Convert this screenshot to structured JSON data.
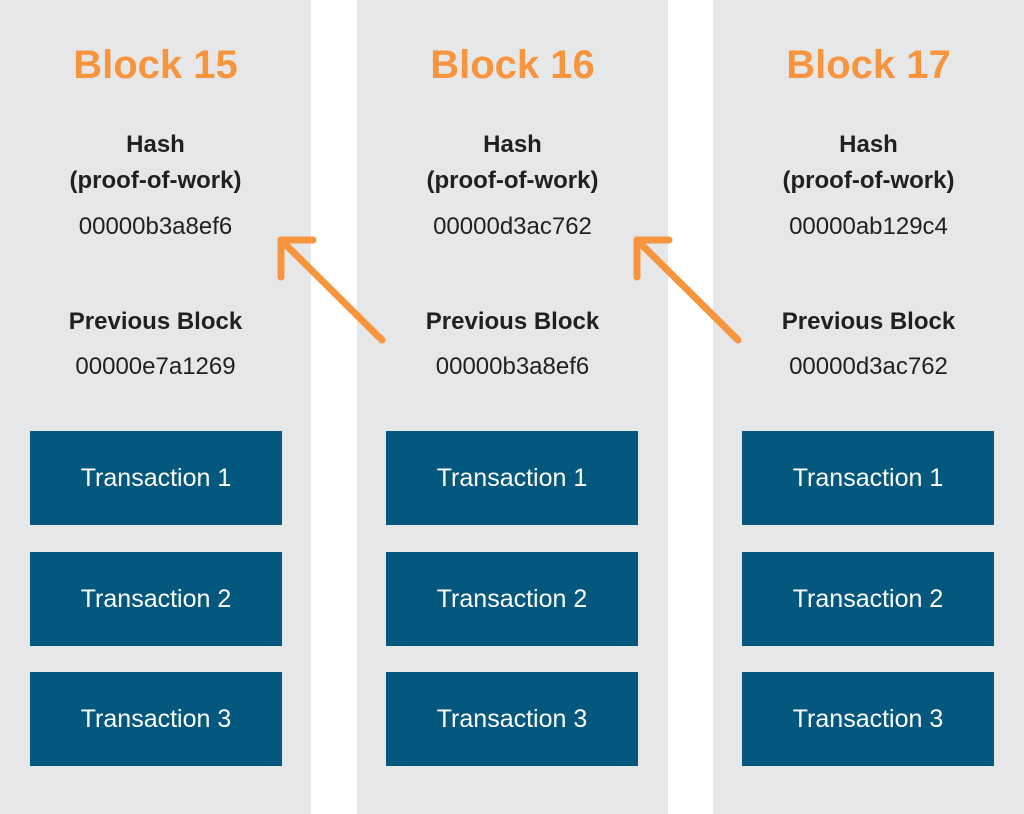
{
  "colors": {
    "column_background": "#e6e7e8",
    "title": "#f7953f",
    "transaction": "#04577d",
    "arrow": "#f7953f",
    "text": "#231f20"
  },
  "labels": {
    "hash_line1": "Hash",
    "hash_line2": "(proof-of-work)",
    "previous_block": "Previous Block"
  },
  "blocks": [
    {
      "title": "Block 15",
      "hash": "00000b3a8ef6",
      "previous": "00000e7a1269",
      "transactions": [
        "Transaction 1",
        "Transaction 2",
        "Transaction 3"
      ]
    },
    {
      "title": "Block 16",
      "hash": "00000d3ac762",
      "previous": "00000b3a8ef6",
      "transactions": [
        "Transaction 1",
        "Transaction 2",
        "Transaction 3"
      ]
    },
    {
      "title": "Block 17",
      "hash": "00000ab129c4",
      "previous": "00000d3ac762",
      "transactions": [
        "Transaction 1",
        "Transaction 2",
        "Transaction 3"
      ]
    }
  ]
}
